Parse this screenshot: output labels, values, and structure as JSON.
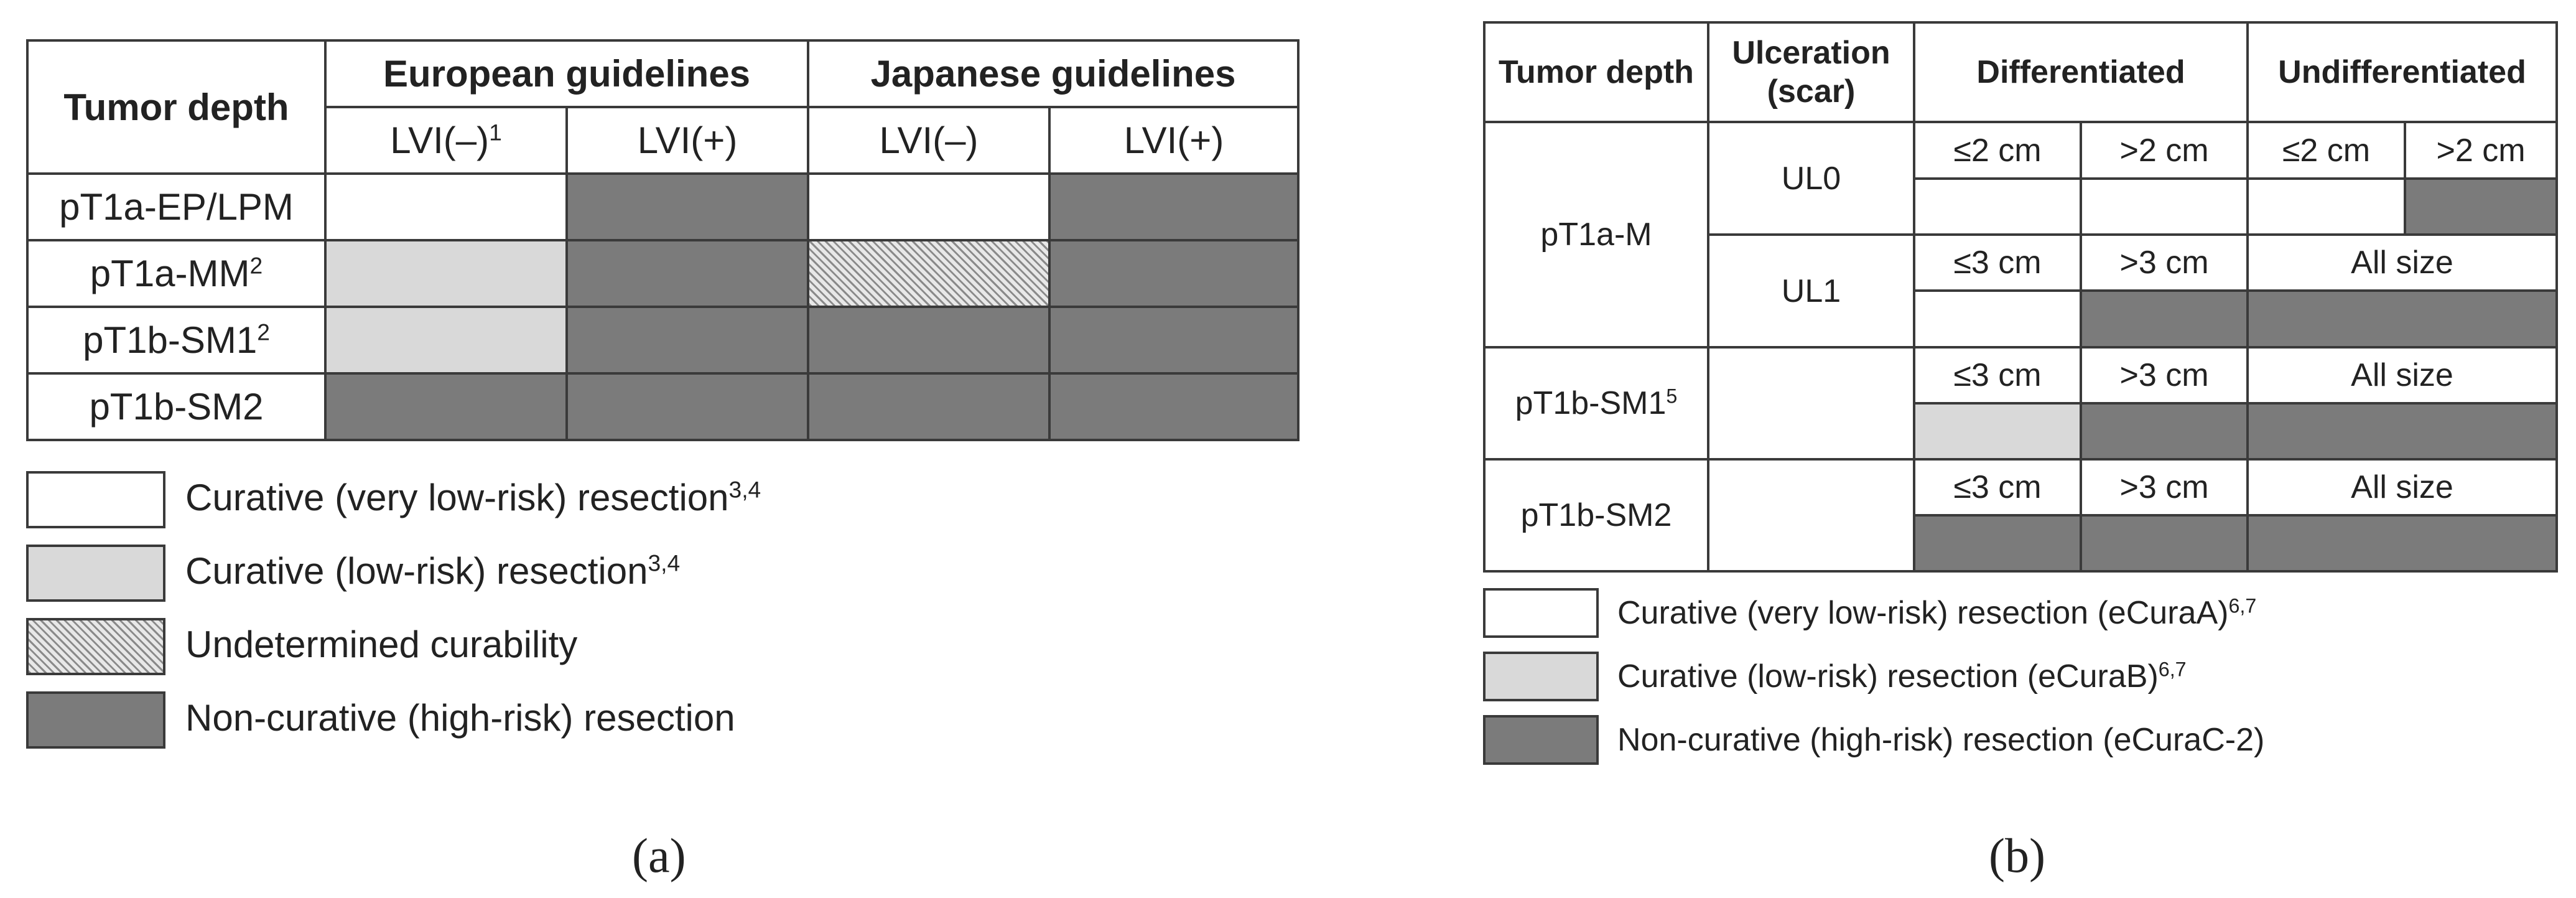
{
  "panel_a": {
    "header": {
      "tumor_depth": "Tumor depth",
      "european": "European guidelines",
      "japanese": "Japanese guidelines",
      "lvi_neg": "LVI(–)",
      "lvi_neg_sup": "1",
      "lvi_pos": "LVI(+)"
    },
    "rows": [
      {
        "label": "pT1a-EP/LPM",
        "sup": ""
      },
      {
        "label": "pT1a-MM",
        "sup": "2"
      },
      {
        "label": "pT1b-SM1",
        "sup": "2"
      },
      {
        "label": "pT1b-SM2",
        "sup": ""
      }
    ],
    "cell_categories": [
      [
        "curative-very-low-risk",
        "non-curative-high-risk",
        "curative-very-low-risk",
        "non-curative-high-risk"
      ],
      [
        "curative-low-risk",
        "non-curative-high-risk",
        "undetermined",
        "non-curative-high-risk"
      ],
      [
        "curative-low-risk",
        "non-curative-high-risk",
        "non-curative-high-risk",
        "non-curative-high-risk"
      ],
      [
        "non-curative-high-risk",
        "non-curative-high-risk",
        "non-curative-high-risk",
        "non-curative-high-risk"
      ]
    ],
    "legend": [
      {
        "text": "Curative (very low-risk) resection",
        "sup": "3,4",
        "color": "#ffffff"
      },
      {
        "text": "Curative (low-risk) resection",
        "sup": "3,4",
        "color": "#d9d9d9"
      },
      {
        "text": "Undetermined curability",
        "sup": "",
        "color": "hatched"
      },
      {
        "text": "Non-curative (high-risk) resection",
        "sup": "",
        "color": "#7b7b7b"
      }
    ],
    "label": "(a)"
  },
  "panel_b": {
    "header": {
      "tumor_depth": "Tumor depth",
      "ulceration": "Ulceration (scar)",
      "differentiated": "Differentiated",
      "undifferentiated": "Undifferentiated"
    },
    "rows": {
      "t1a_m": "pT1a-M",
      "ul0": "UL0",
      "ul1": "UL1",
      "t1b_sm1": "pT1b-SM1",
      "t1b_sm1_sup": "5",
      "t1b_sm2": "pT1b-SM2"
    },
    "sizes": {
      "le2": "≤2 cm",
      "gt2": ">2 cm",
      "le3": "≤3 cm",
      "gt3": ">3 cm",
      "all": "All size"
    },
    "legend": [
      {
        "text": "Curative (very low-risk) resection (eCuraA)",
        "sup": "6,7",
        "color": "#ffffff"
      },
      {
        "text": "Curative (low-risk) resection (eCuraB)",
        "sup": "6,7",
        "color": "#d9d9d9"
      },
      {
        "text": "Non-curative (high-risk) resection (eCuraC-2)",
        "sup": "",
        "color": "#7b7b7b"
      }
    ],
    "label": "(b)"
  }
}
